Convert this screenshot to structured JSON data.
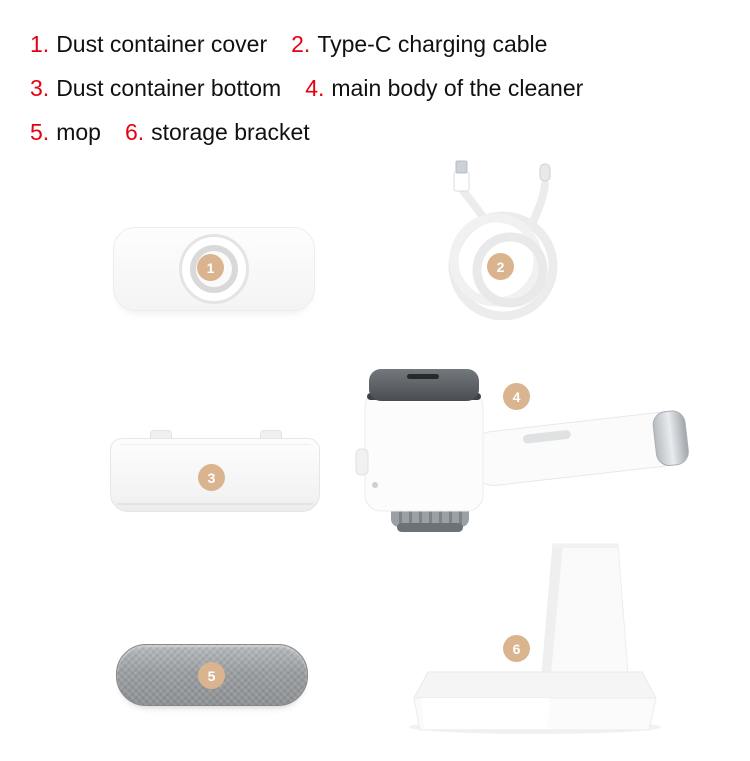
{
  "figure": {
    "description": "Handheld vacuum cleaner parts overview",
    "background": "#ffffff"
  },
  "colors": {
    "accent_red": "#e60012",
    "text": "#111111",
    "badge_fill": "#d9b48f",
    "badge_text": "#ffffff",
    "mop_gray": "#9b9fa2",
    "lid_dark_gray": "#54585c",
    "metal_silver": "#c3c8cd"
  },
  "legend": {
    "entries": [
      {
        "num": "1.",
        "label": "Dust container cover",
        "badge": "1"
      },
      {
        "num": "2.",
        "label": "Type-C charging cable",
        "badge": "2"
      },
      {
        "num": "3.",
        "label": "Dust container bottom",
        "badge": "3"
      },
      {
        "num": "4.",
        "label": "main body of the cleaner",
        "badge": "4"
      },
      {
        "num": "5.",
        "label": "mop",
        "badge": "5"
      },
      {
        "num": "6.",
        "label": "storage bracket",
        "badge": "6"
      }
    ]
  }
}
